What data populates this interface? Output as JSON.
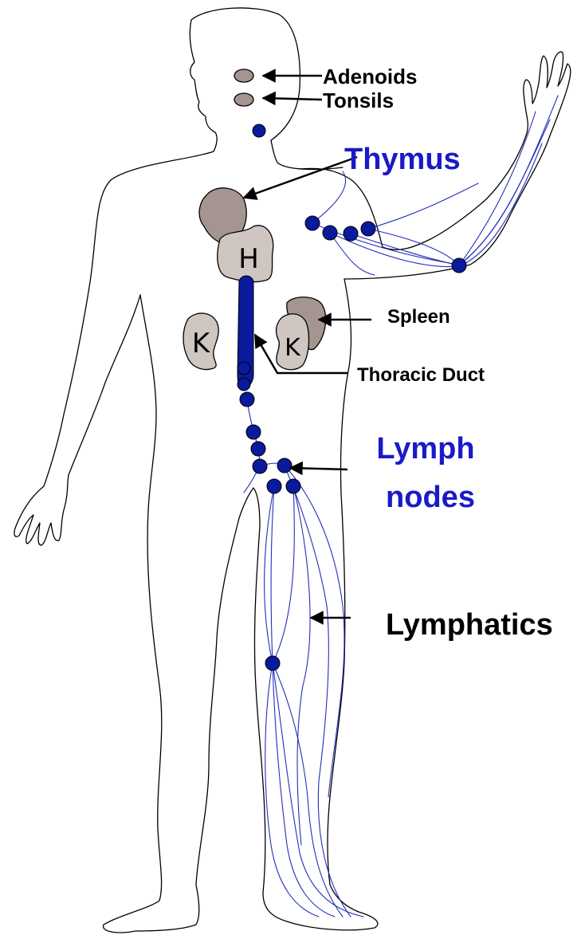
{
  "labels": {
    "adenoids": "Adenoids",
    "tonsils": "Tonsils",
    "thymus": "Thymus",
    "spleen": "Spleen",
    "thoracic_duct": "Thoracic Duct",
    "lymph_nodes_line1": "Lymph",
    "lymph_nodes_line2": "nodes",
    "lymphatics": "Lymphatics"
  },
  "organ_letters": {
    "heart": "H",
    "left_kidney": "K",
    "right_kidney": "K"
  },
  "colors": {
    "lymph_blue": "#0a1a9c",
    "vessel_blue": "#2230b8",
    "organ_fill": "#a49590",
    "organ_light_fill": "#cfc6c2",
    "outline": "#000000",
    "label_black": "#000000",
    "label_blue": "#1a1ac8"
  }
}
